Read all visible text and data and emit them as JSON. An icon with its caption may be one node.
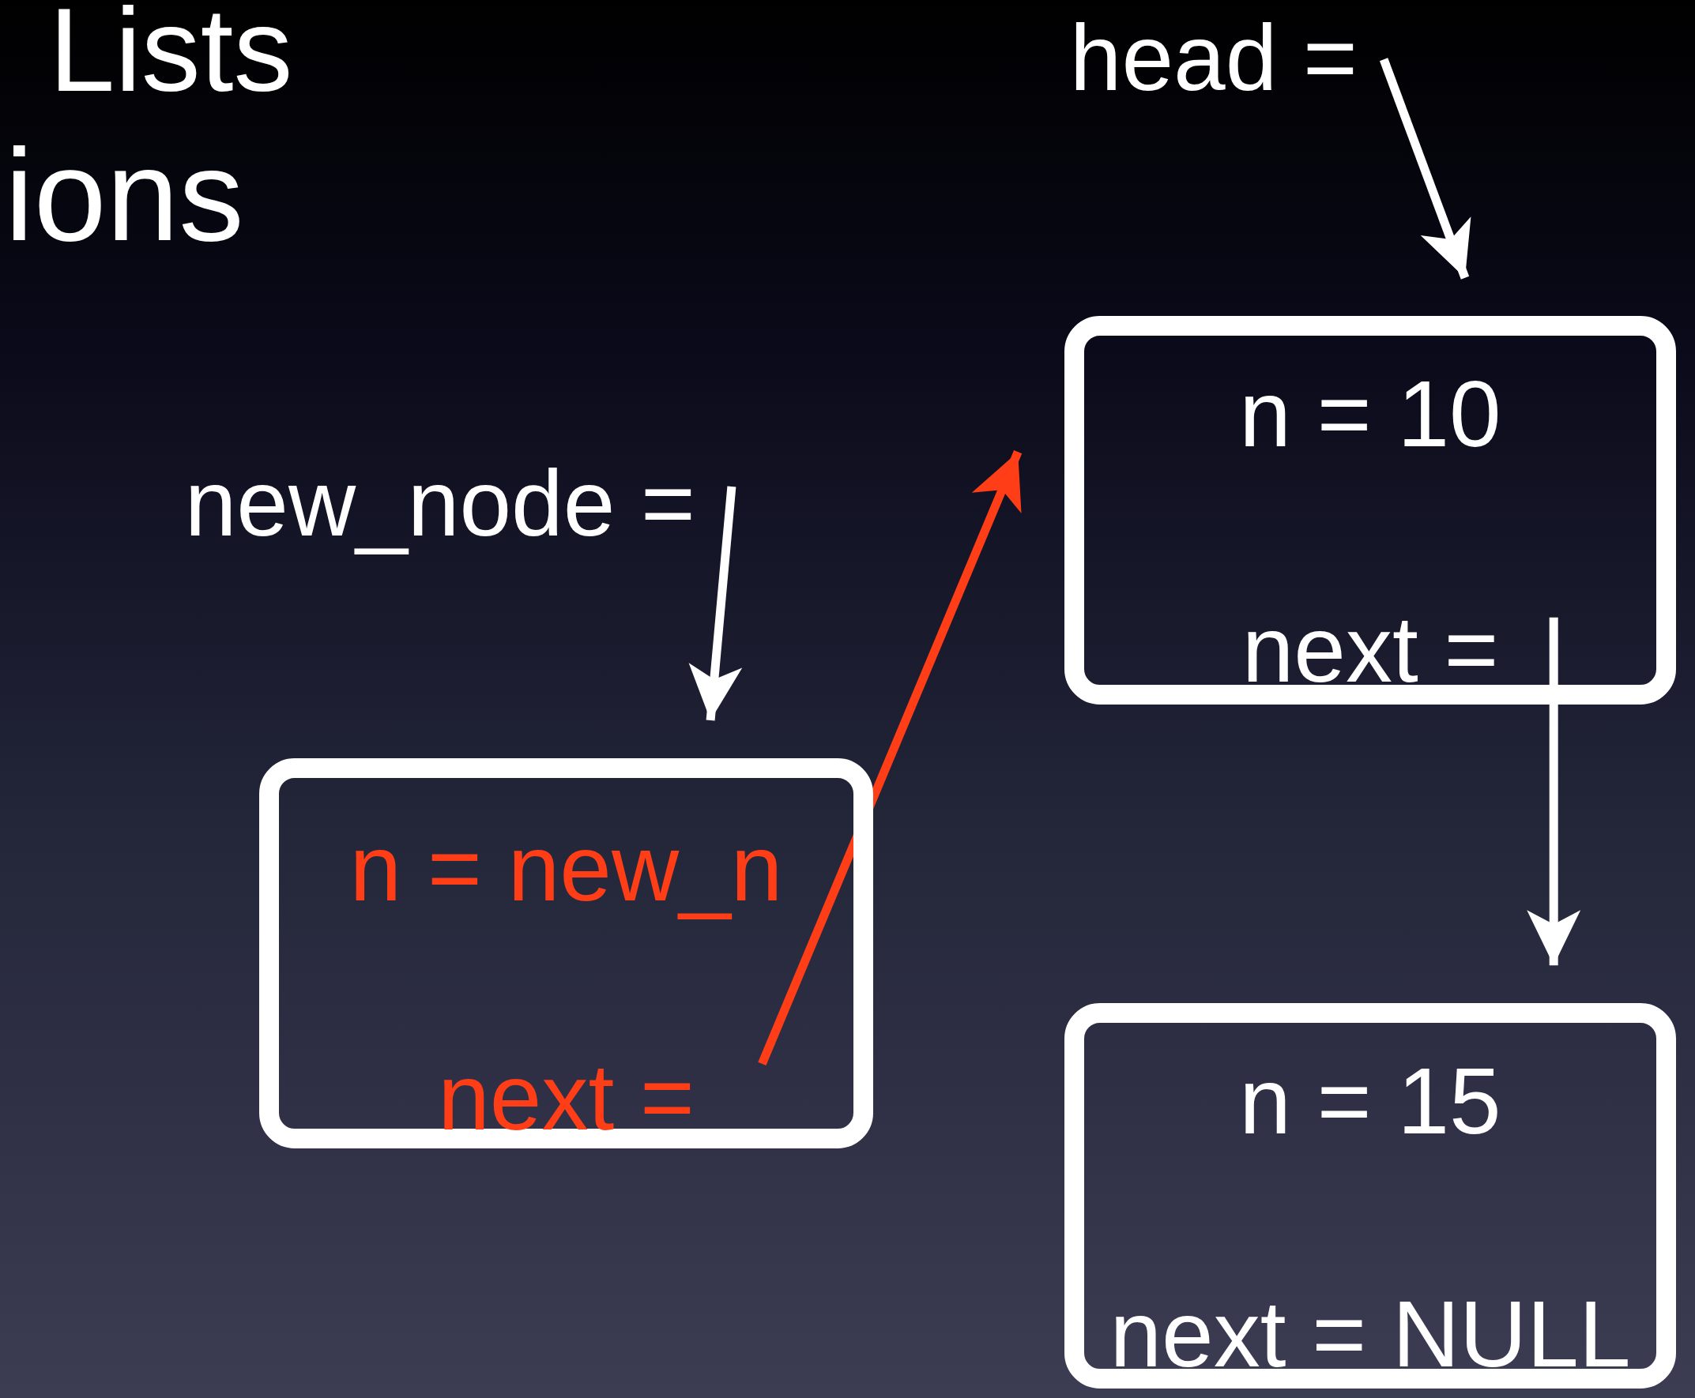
{
  "diagram": {
    "nodes": [
      {
        "text": [
          "head ="
        ]
      },
      {
        "text": [
          "n = 10",
          "next ="
        ]
      },
      {
        "text": [
          "n = 15",
          "next = NULL"
        ]
      },
      {
        "text": [
          "new_node ="
        ]
      },
      {
        "text": [
          "n = new_n",
          "next ="
        ]
      }
    ],
    "edges": [
      {
        "from": 0,
        "to": 1,
        "arrow": "to"
      },
      {
        "from": 1,
        "to": 2,
        "arrow": "to"
      },
      {
        "from": 3,
        "to": 4,
        "arrow": "to"
      },
      {
        "from": 4,
        "to": 1,
        "arrow": "to",
        "color": "#ff3d17"
      }
    ],
    "labels": [
      "Lists",
      "ions"
    ]
  }
}
